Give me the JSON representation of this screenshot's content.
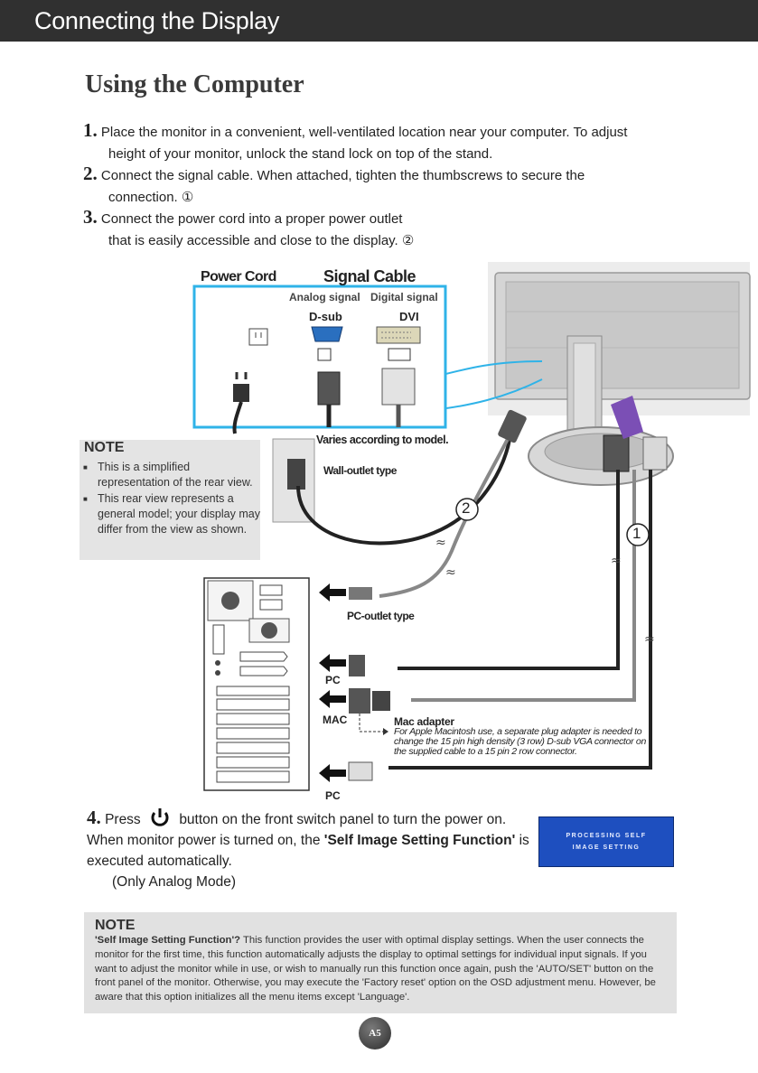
{
  "header": {
    "title": "Connecting the Display"
  },
  "section_title": "Using the Computer",
  "steps": [
    {
      "num": "1.",
      "line1": "Place the monitor in a convenient, well-ventilated location near your computer. To adjust",
      "line2": "height of your monitor, unlock the stand lock on top of the stand."
    },
    {
      "num": "2.",
      "line1": "Connect the signal cable. When attached, tighten the thumbscrews to secure the",
      "line2": "connection. ①"
    },
    {
      "num": "3.",
      "line1": "Connect the power cord into a proper power outlet",
      "line2": "that is easily accessible and close to the display. ②"
    }
  ],
  "diagram": {
    "power_cord": "Power Cord",
    "signal_cable": "Signal Cable",
    "analog_signal": "Analog signal",
    "digital_signal": "Digital signal",
    "dsub": "D-sub",
    "dvi": "DVI",
    "varies": "Varies according to model.",
    "wall_outlet": "Wall-outlet type",
    "pc_outlet": "PC-outlet type",
    "pc1": "PC",
    "mac": "MAC",
    "pc2": "PC",
    "mac_adapter_title": "Mac adapter",
    "mac_adapter_text": "For Apple Macintosh use, a separate plug adapter is needed to change the 15 pin high density (3 row) D-sub VGA connector on the supplied cable to a 15 pin 2 row connector.",
    "callout_1": "1",
    "callout_2": "2"
  },
  "note1": {
    "heading": "NOTE",
    "items": [
      "This is a simplified representation of the rear view.",
      "This rear view represents a general model; your display may differ from the view as shown."
    ]
  },
  "step4": {
    "num": "4.",
    "text_a": "Press",
    "text_b": "button on the front switch panel to turn the power on. When monitor power is turned on, the",
    "bold": "'Self Image Setting Function'",
    "text_c": "is executed automatically.",
    "sub": "(Only Analog Mode)"
  },
  "osd": {
    "line1": "PROCESSING SELF",
    "line2": "IMAGE SETTING"
  },
  "note2": {
    "heading": "NOTE",
    "bold": "'Self Image Setting Function'?",
    "text": "This function provides the user with optimal display settings. When the user connects the monitor for the first time, this function automatically adjusts the display to optimal settings for individual input signals. If you want to adjust the monitor while in use, or wish to manually run this function once again, push the 'AUTO/SET' button on the front panel of the monitor. Otherwise, you may execute the 'Factory reset' option on the OSD adjustment menu. However, be aware that this option initializes all the menu items except 'Language'."
  },
  "page_number": "A5",
  "colors": {
    "header_bg": "#303030",
    "diagram_border": "#2fb3e8",
    "osd_bg": "#1e4fbf",
    "note_bg": "#e2e2e2"
  }
}
